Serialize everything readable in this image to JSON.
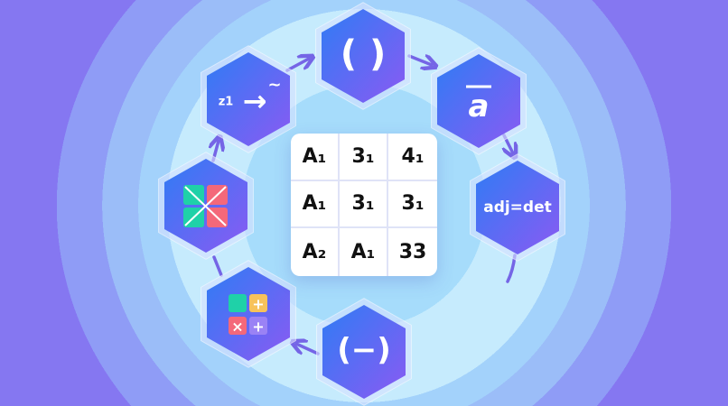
{
  "nodes": {
    "top": "( )",
    "top_left_small": "z1",
    "top_left_arrow": "→",
    "top_left_tilde": "~",
    "right_top": "a",
    "right": "adj=det",
    "bottom": "(−)",
    "bottom_left_ops": [
      "+",
      "×",
      "+"
    ]
  },
  "matrix": {
    "cells": [
      [
        "A₁",
        "3₁",
        "4₁"
      ],
      [
        "A₁",
        "3₁",
        "3₁"
      ],
      [
        "A₂",
        "A₁",
        "33"
      ]
    ]
  },
  "colors": {
    "bg": "#7a68ee",
    "hex_blue": "#3c6ff2",
    "hex_purple": "#8a5cf3",
    "arrow": "#7565e6",
    "teal": "#1fd1a8",
    "coral": "#f4687a",
    "yellow": "#f7c25a"
  }
}
